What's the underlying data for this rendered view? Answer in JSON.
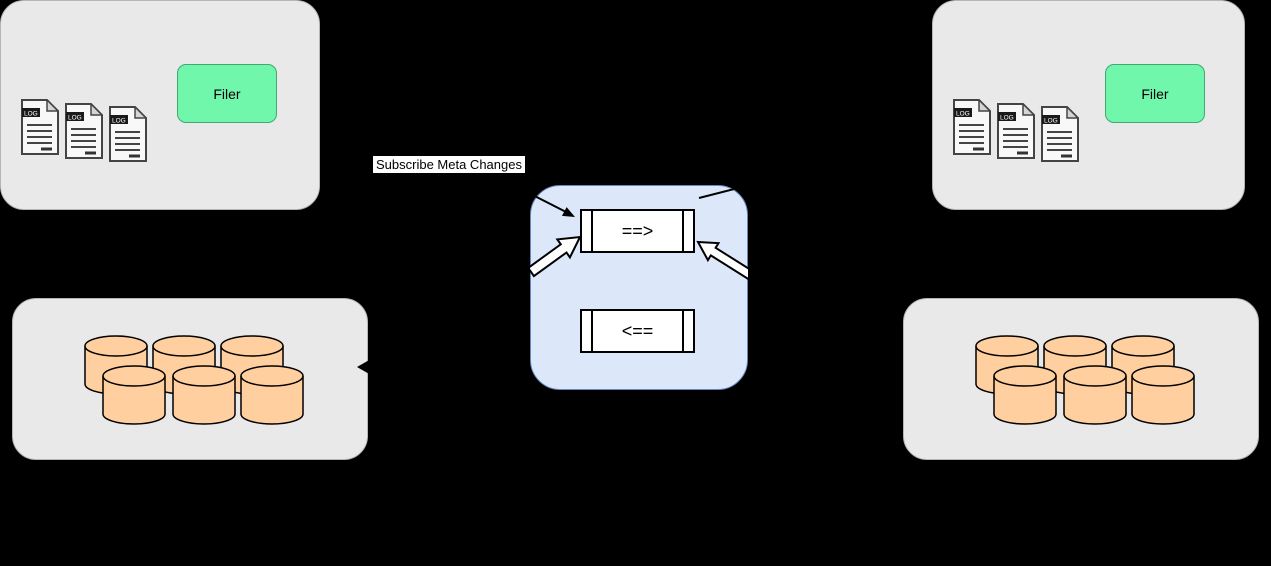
{
  "labels": {
    "subscribe_meta": "Subscribe Meta Changes",
    "log_badge": "LOG"
  },
  "filer_left": {
    "label": "Filer"
  },
  "filer_right": {
    "label": "Filer"
  },
  "hub": {
    "outbound_label": "==>",
    "inbound_label": "<=="
  },
  "storage_left": {
    "cylinder_count": 6
  },
  "storage_right": {
    "cylinder_count": 6
  },
  "colors": {
    "background": "#000000",
    "panel_fill": "#e9e9e9",
    "panel_border": "#b5b5b5",
    "filer_fill": "#70f7ab",
    "filer_border": "#42a871",
    "hub_fill": "#dce8fa",
    "hub_border": "#6488b8",
    "cylinder_fill": "#ffcf9f",
    "queue_fill": "#ffffff",
    "label_bg": "#ffffff",
    "stroke": "#000000"
  }
}
